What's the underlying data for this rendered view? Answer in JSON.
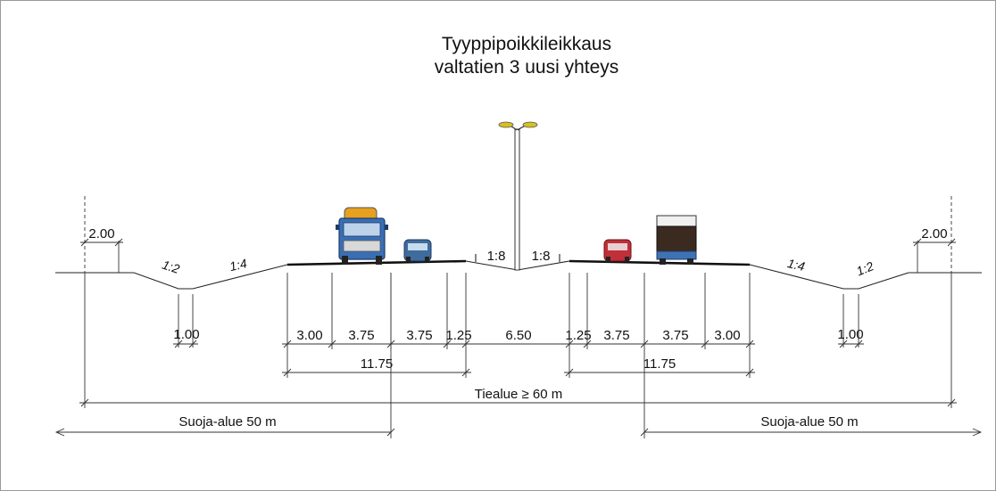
{
  "title": {
    "line1": "Tyyppipoikkileikkaus",
    "line2": "valtatien 3 uusi yhteys"
  },
  "slopes": {
    "left_ditch_inner": "1:2",
    "left_outer": "1:4",
    "median_left": "1:8",
    "median_right": "1:8",
    "right_outer": "1:4",
    "right_ditch_inner": "1:2"
  },
  "dimensions": {
    "left_top": "2.00",
    "right_top": "2.00",
    "left_ditch": "1.00",
    "right_ditch": "1.00",
    "lanes": [
      "3.00",
      "3.75",
      "3.75",
      "1.25",
      "6.50",
      "1.25",
      "3.75",
      "3.75",
      "3.00"
    ],
    "left_carriageway": "11.75",
    "right_carriageway": "11.75",
    "road_area": "Tiealue ≥ 60 m",
    "protection_left": "Suoja-alue 50 m",
    "protection_right": "Suoja-alue 50 m"
  },
  "colors": {
    "truck_cab": "#3a6fb5",
    "truck_tank": "#e8a020",
    "car_left": "#3f6c9c",
    "car_right": "#c0303a",
    "truck_right_cab": "#3f72b4",
    "truck_right_box": "#3a2a20",
    "lamp": "#d8c020"
  }
}
